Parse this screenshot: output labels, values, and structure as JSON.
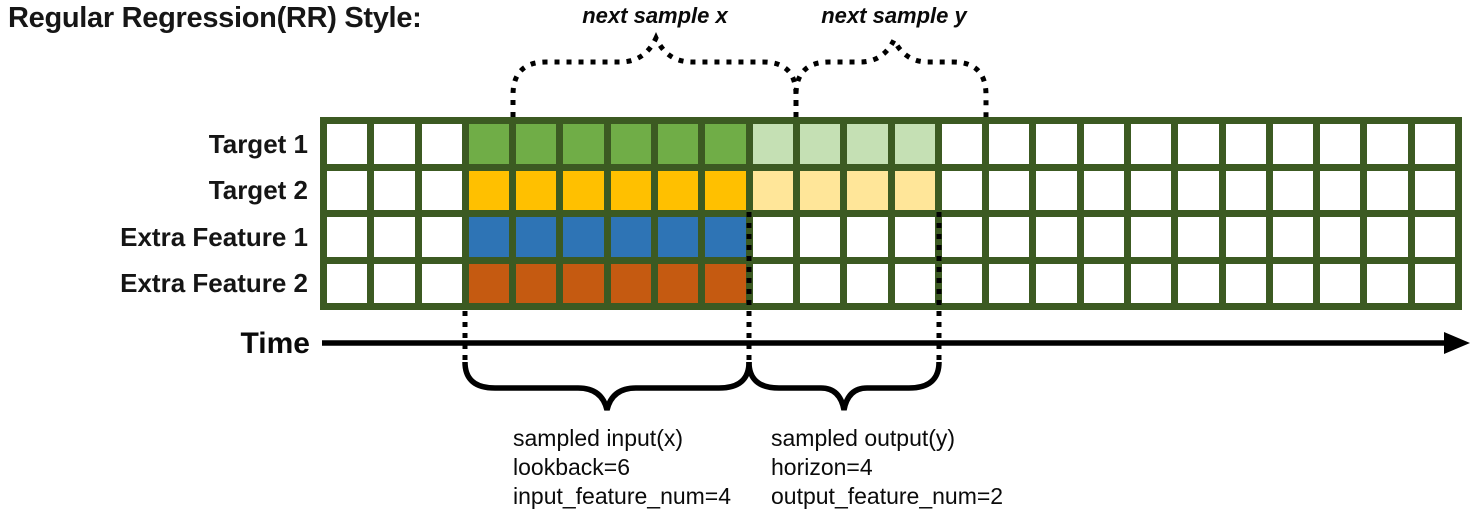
{
  "title": "Regular Regression(RR) Style:",
  "annotations": {
    "next_sample_x": "next sample x",
    "next_sample_y": "next sample y"
  },
  "time_axis": {
    "label": "Time"
  },
  "colors": {
    "grid_line": "#3C5A22",
    "target1_solid": "#70AD47",
    "target1_light": "#C5E0B4",
    "target2_solid": "#FFC000",
    "target2_light": "#FFE699",
    "extra1_solid": "#2E74B5",
    "extra2_solid": "#C55A11",
    "annotation_line": "#000000"
  },
  "grid": {
    "columns": 24,
    "input_start_col": 3,
    "input_len": 6,
    "output_start_col": 9,
    "output_len": 4,
    "rows": [
      {
        "label": "Target 1",
        "solid": "#70AD47",
        "light": "#C5E0B4",
        "in_output": true
      },
      {
        "label": "Target 2",
        "solid": "#FFC000",
        "light": "#FFE699",
        "in_output": true
      },
      {
        "label": "Extra Feature 1",
        "solid": "#2E74B5",
        "light": "#ffffff",
        "in_output": false
      },
      {
        "label": "Extra Feature 2",
        "solid": "#C55A11",
        "light": "#ffffff",
        "in_output": false
      }
    ]
  },
  "callouts": {
    "input": {
      "lines": [
        "sampled input(x)",
        "lookback=6",
        "input_feature_num=4"
      ]
    },
    "output": {
      "lines": [
        "sampled output(y)",
        "horizon=4",
        "output_feature_num=2"
      ]
    }
  }
}
